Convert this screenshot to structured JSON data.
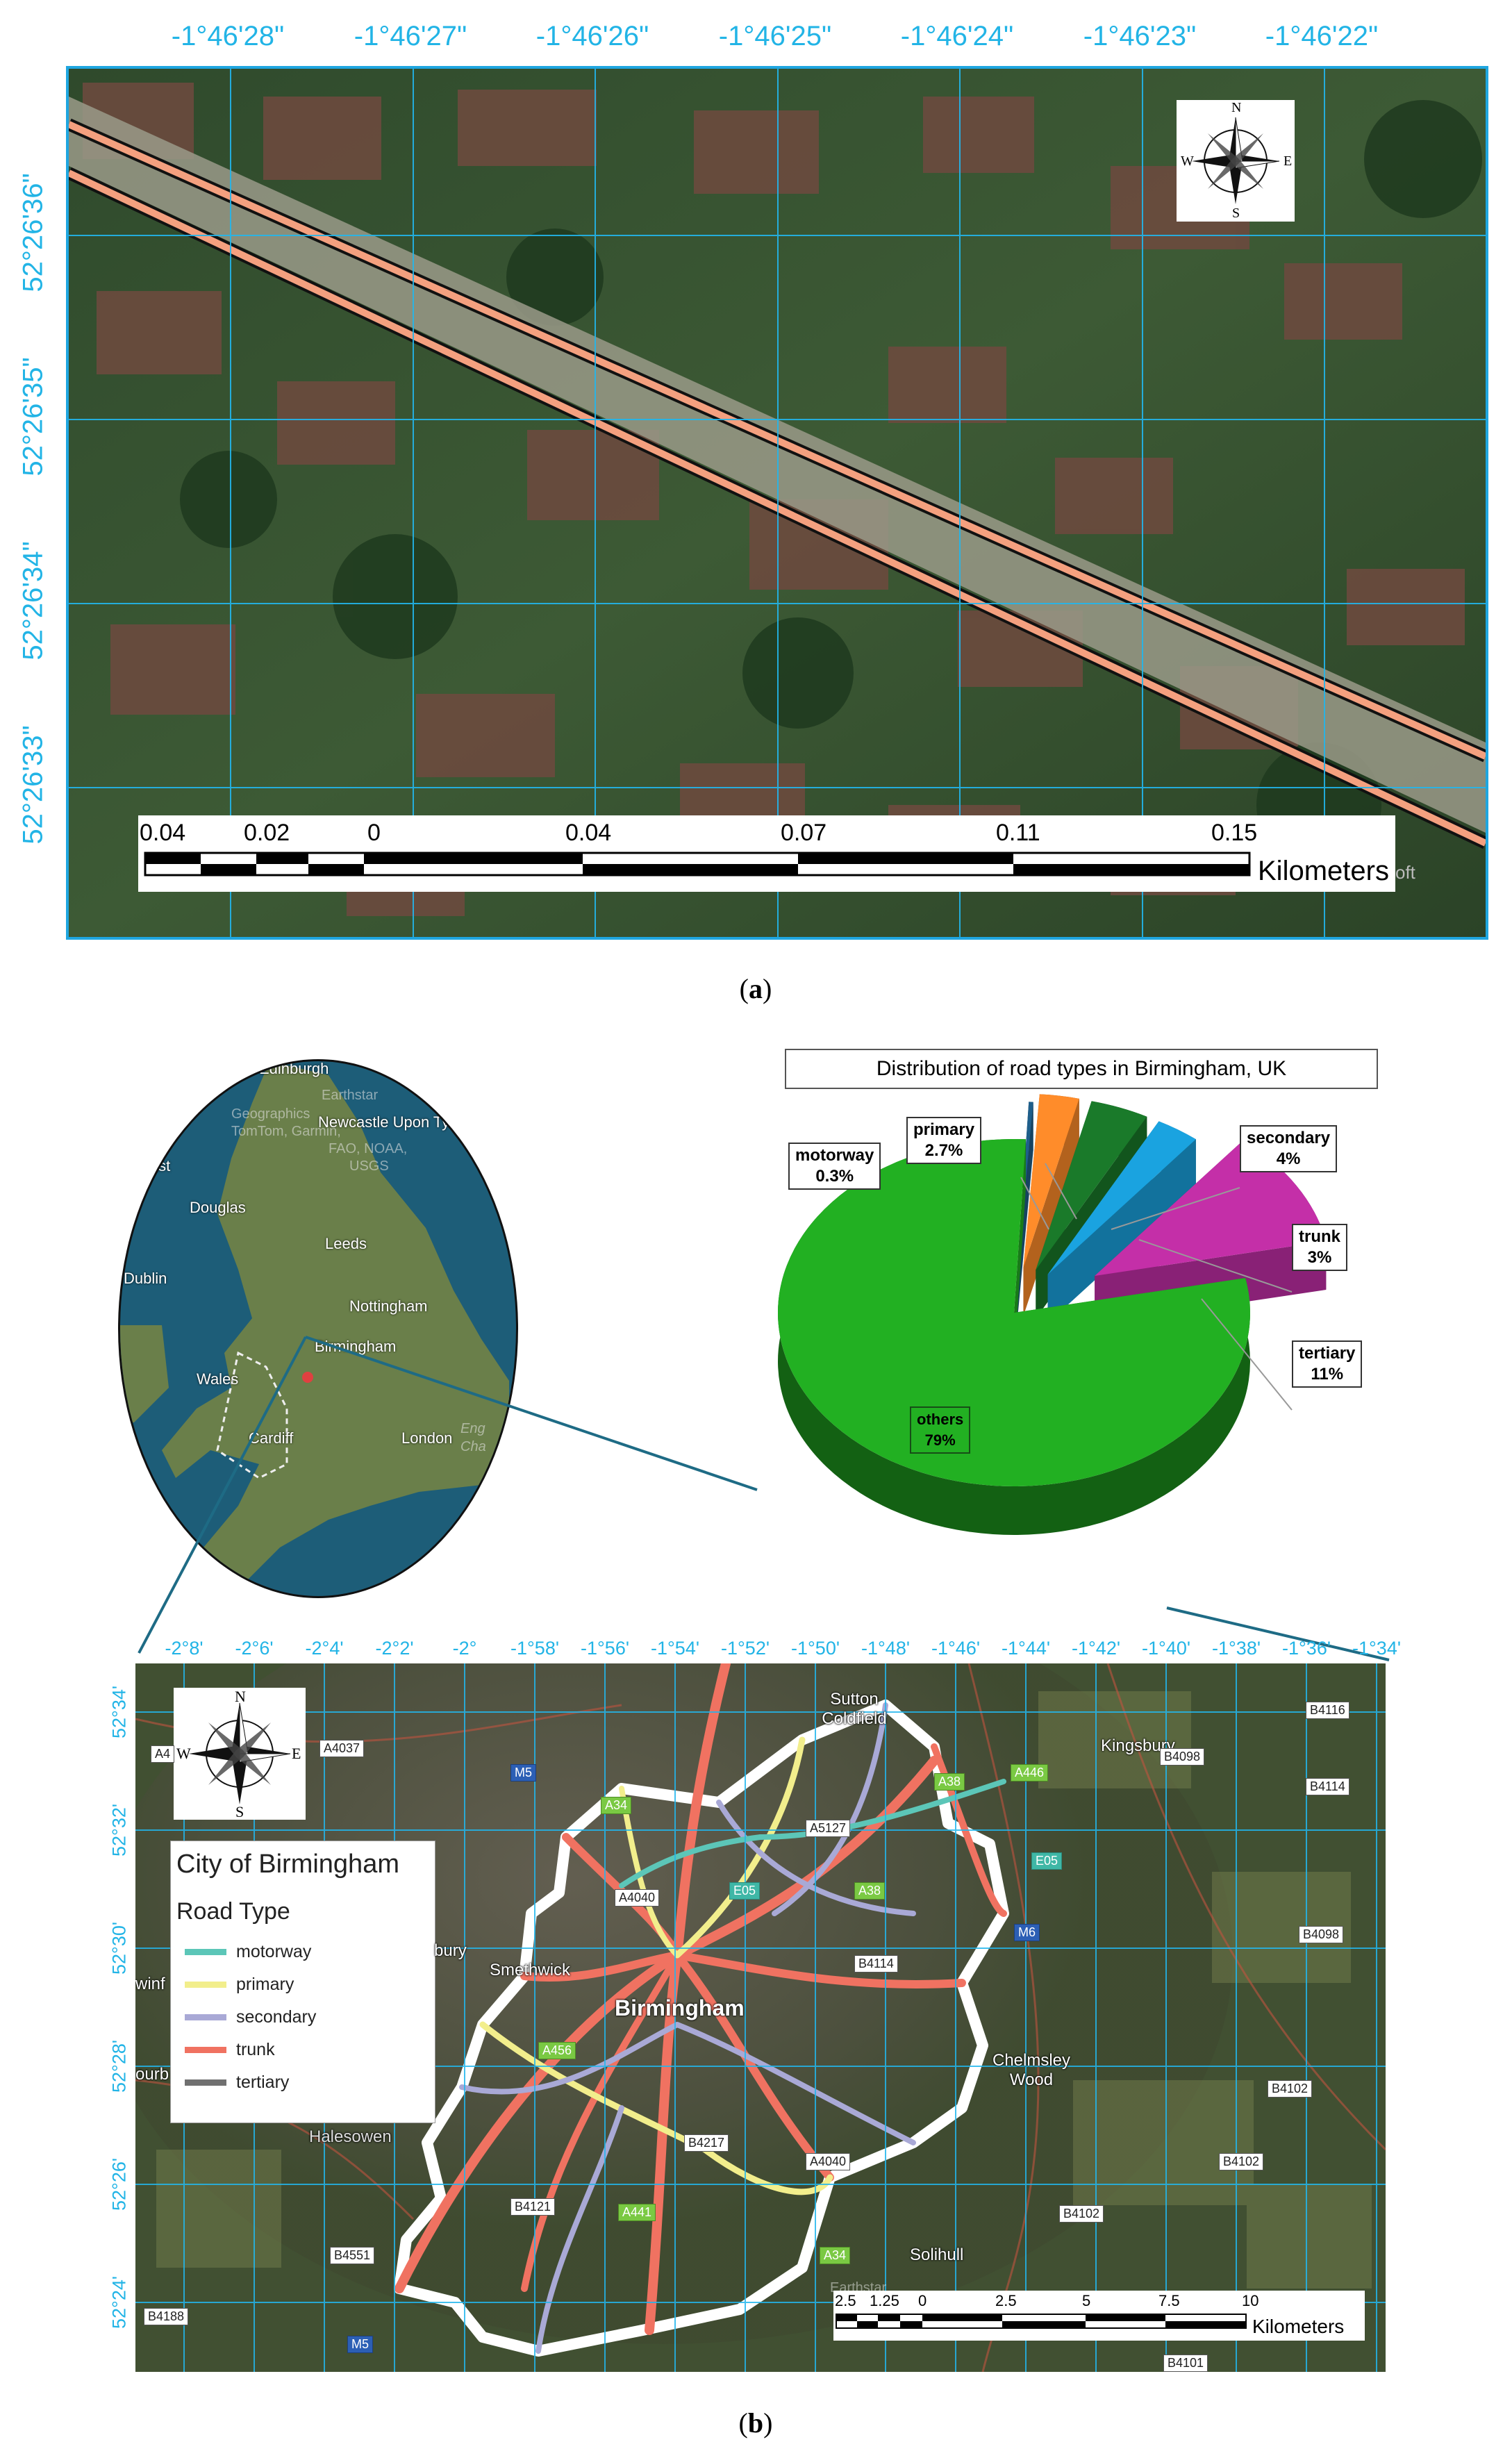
{
  "panel_a": {
    "lon_ticks": [
      "-1°46'28\"",
      "-1°46'27\"",
      "-1°46'26\"",
      "-1°46'25\"",
      "-1°46'24\"",
      "-1°46'23\"",
      "-1°46'22\""
    ],
    "lat_ticks": [
      "52°26'36\"",
      "52°26'35\"",
      "52°26'34\"",
      "52°26'33\""
    ],
    "scale_labels": [
      "0.04",
      "0.02",
      "0",
      "0.04",
      "0.07",
      "0.11",
      "0.15"
    ],
    "scale_unit": "Kilometers",
    "scale_suffix": "oft",
    "compass": {
      "n": "N",
      "s": "S",
      "e": "E",
      "w": "W"
    },
    "caption": "a"
  },
  "panel_b": {
    "locator": {
      "cities": [
        "Edinburgh",
        "Newcastle Upon Tyne",
        "Douglas",
        "Leeds",
        "Nottingham",
        "Birmingham",
        "Cardiff",
        "London",
        "Belfast",
        "Dublin",
        "Wales"
      ],
      "credits": [
        "Earthstar",
        "Geographics",
        "TomTom, Garmin,",
        "FAO, NOAA,",
        "USGS"
      ],
      "sea_labels": [
        "Eng",
        "Cha"
      ]
    },
    "chart_data": {
      "type": "pie",
      "title": "Distribution of road types in Birmingham, UK",
      "categories": [
        "motorway",
        "primary",
        "secondary",
        "trunk",
        "tertiary",
        "others"
      ],
      "values": [
        0.3,
        2.7,
        4,
        3,
        11,
        79
      ],
      "value_labels": [
        "0.3%",
        "2.7%",
        "4%",
        "3%",
        "11%",
        "79%"
      ],
      "colors": [
        "#1f5f8b",
        "#ff8c2a",
        "#1a7a2a",
        "#1aa3e0",
        "#c42fa8",
        "#22b022"
      ],
      "exploded": true,
      "three_d": true
    },
    "map": {
      "lon_ticks": [
        "-2°8'",
        "-2°6'",
        "-2°4'",
        "-2°2'",
        "-2°",
        "-1°58'",
        "-1°56'",
        "-1°54'",
        "-1°52'",
        "-1°50'",
        "-1°48'",
        "-1°46'",
        "-1°44'",
        "-1°42'",
        "-1°40'",
        "-1°38'",
        "-1°36'",
        "-1°34'"
      ],
      "lat_ticks": [
        "52°34'",
        "52°32'",
        "52°30'",
        "52°28'",
        "52°26'",
        "52°24'"
      ],
      "legend": {
        "title": "City of Birmingham",
        "subtitle": "Road Type",
        "items": [
          {
            "label": "motorway",
            "color": "#5cc6b8"
          },
          {
            "label": "primary",
            "color": "#f2ee8c"
          },
          {
            "label": "secondary",
            "color": "#a9a9d6"
          },
          {
            "label": "trunk",
            "color": "#f07261"
          },
          {
            "label": "tertiary",
            "color": "#707070"
          }
        ]
      },
      "places": [
        "Sutton Coldfield",
        "Kingsbury",
        "Smethwick",
        "Birmingham",
        "Chelmsley Wood",
        "Solihull",
        "Halesowen",
        "bury",
        "winf",
        "ourb"
      ],
      "road_labels": [
        "M5",
        "A34",
        "A38",
        "A446",
        "A5127",
        "E05",
        "A4040",
        "E05",
        "A38",
        "B4114",
        "M6",
        "A456",
        "B4217",
        "A4040",
        "B4121",
        "A441",
        "A34",
        "B4551",
        "B4188",
        "M5",
        "A4037",
        "A4",
        "B4098",
        "B4114",
        "B4116",
        "B4098",
        "B4102",
        "B4102",
        "B4102",
        "B4101"
      ],
      "scale_labels": [
        "2.5",
        "1.25",
        "0",
        "2.5",
        "5",
        "7.5",
        "10"
      ],
      "scale_unit": "Kilometers",
      "credit": "Earthstar",
      "compass": {
        "n": "N",
        "s": "S",
        "e": "E",
        "w": "W"
      }
    },
    "caption": "b"
  }
}
